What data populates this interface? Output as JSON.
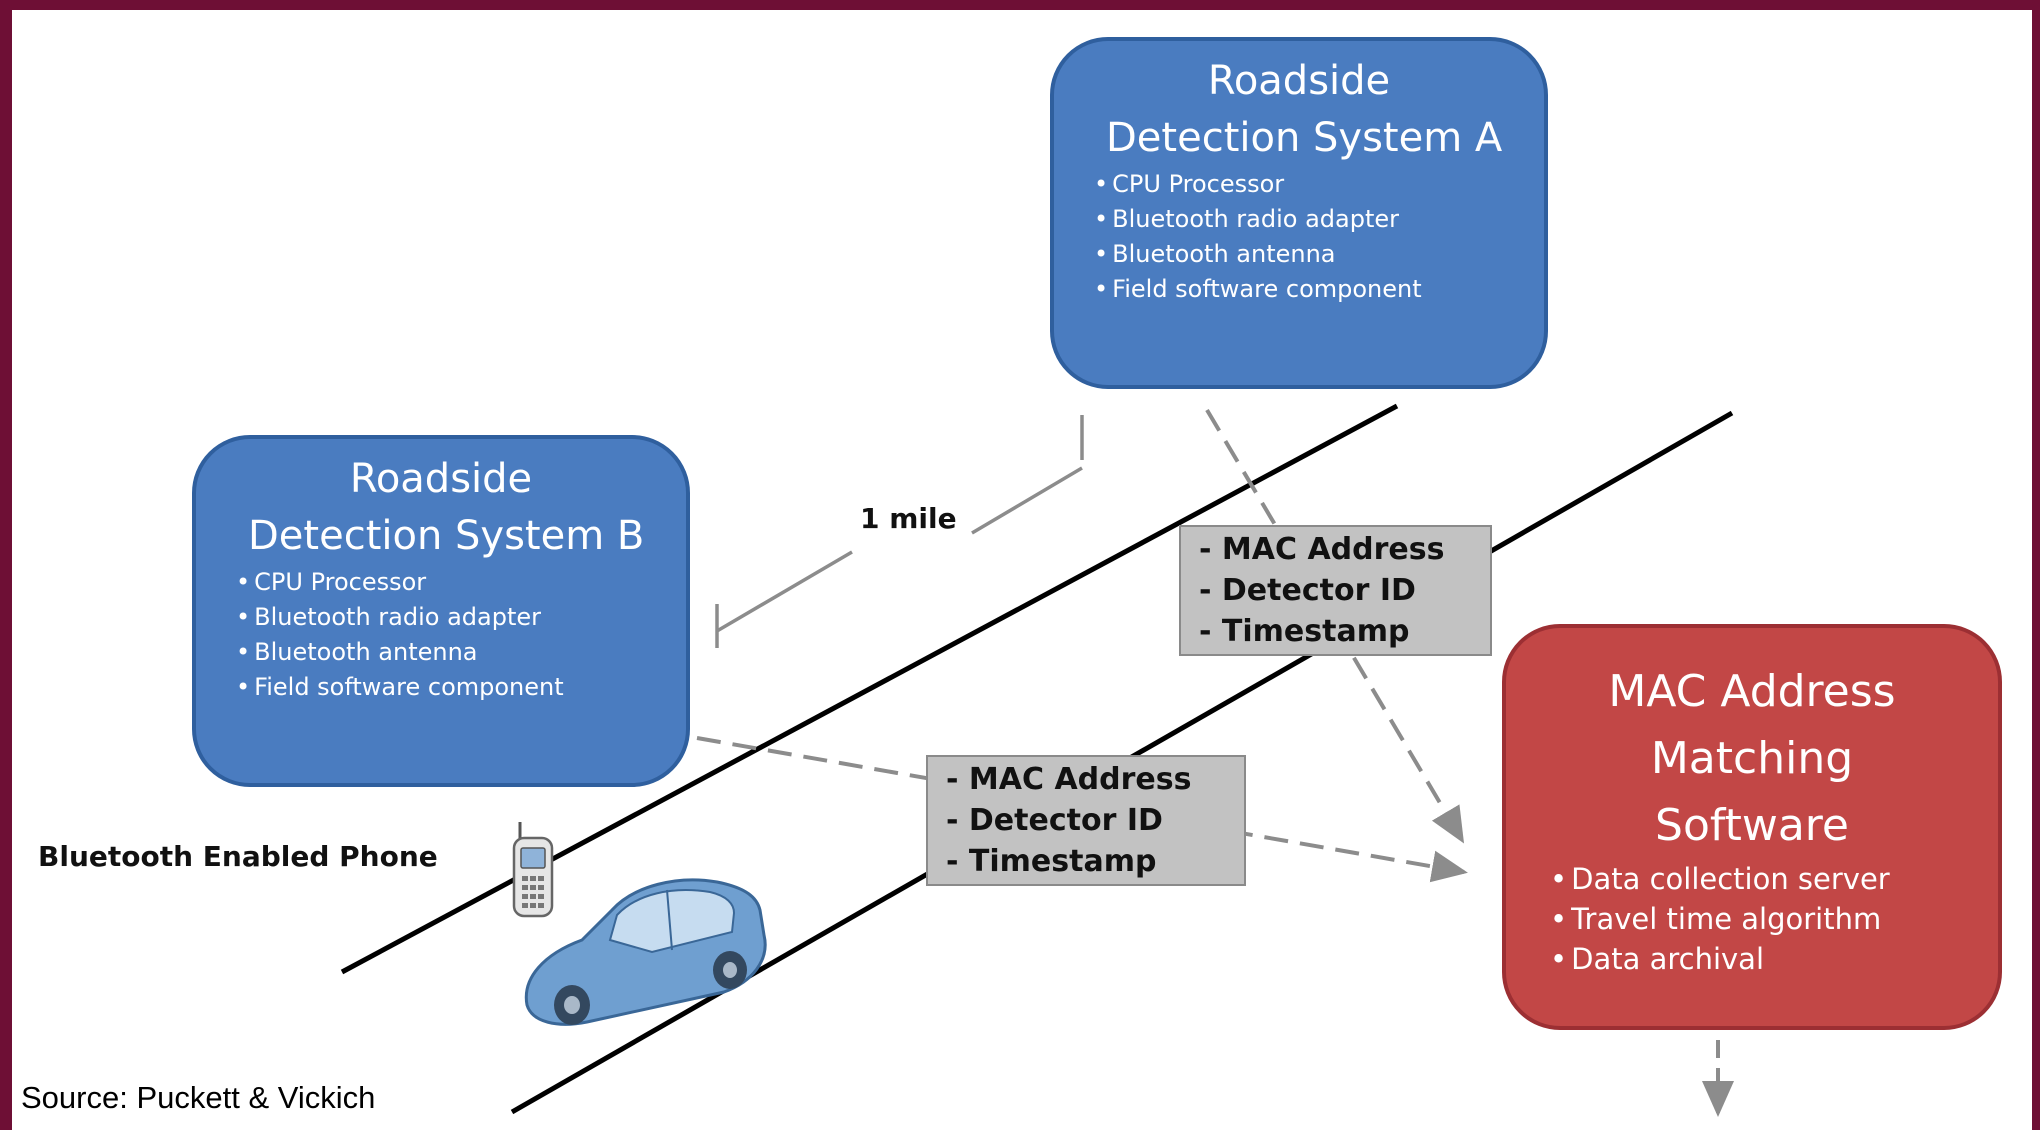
{
  "system_a": {
    "title_line1": "Roadside",
    "title_line2": "Detection System A",
    "items": [
      "CPU Processor",
      "Bluetooth  radio adapter",
      "Bluetooth antenna",
      "Field software component"
    ]
  },
  "system_b": {
    "title_line1": "Roadside",
    "title_line2": "Detection System B",
    "items": [
      "CPU Processor",
      "Bluetooth  radio adapter",
      "Bluetooth antenna",
      "Field software component"
    ]
  },
  "matching": {
    "title_line1": "MAC Address",
    "title_line2": "Matching",
    "title_line3": "Software",
    "items": [
      "Data collection server",
      "Travel time algorithm",
      "Data archival"
    ]
  },
  "data_upper": [
    "MAC Address",
    "Detector ID",
    "Timestamp"
  ],
  "data_lower": [
    "MAC Address",
    "Detector ID",
    "Timestamp"
  ],
  "distance_label": "1 mile",
  "phone_label": "Bluetooth Enabled Phone",
  "source": "Source: Puckett & Vickich",
  "colors": {
    "frame": "#6e0f35",
    "detector_box": "#4a7cc0",
    "matching_box": "#c24746",
    "data_label": "#c2c2c2",
    "car": "#6f9fd0"
  },
  "icons": [
    "phone-icon",
    "car-icon"
  ]
}
